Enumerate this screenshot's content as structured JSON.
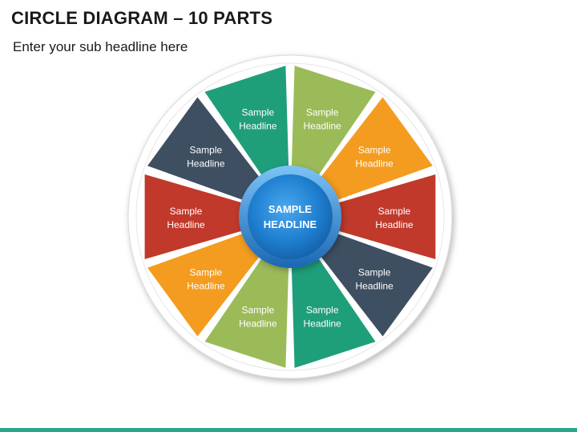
{
  "title": "CIRCLE DIAGRAM – 10 PARTS",
  "subtitle": "Enter your sub headline here",
  "center": {
    "line1": "SAMPLE",
    "line2": "HEADLINE"
  },
  "segments": [
    {
      "line1": "Sample",
      "line2": "Headline",
      "color": "#9bbb59"
    },
    {
      "line1": "Sample",
      "line2": "Headline",
      "color": "#f39c1f"
    },
    {
      "line1": "Sample",
      "line2": "Headline",
      "color": "#c0392b"
    },
    {
      "line1": "Sample",
      "line2": "Headline",
      "color": "#3f4f62"
    },
    {
      "line1": "Sample",
      "line2": "Headline",
      "color": "#1f9e7a"
    },
    {
      "line1": "Sample",
      "line2": "Headline",
      "color": "#9bbb59"
    },
    {
      "line1": "Sample",
      "line2": "Headline",
      "color": "#f39c1f"
    },
    {
      "line1": "Sample",
      "line2": "Headline",
      "color": "#c0392b"
    },
    {
      "line1": "Sample",
      "line2": "Headline",
      "color": "#3f4f62"
    },
    {
      "line1": "Sample",
      "line2": "Headline",
      "color": "#1f9e7a"
    }
  ],
  "colors": {
    "accent_bar": "#2aa58a",
    "hub_blue": "#1f7fd0"
  }
}
